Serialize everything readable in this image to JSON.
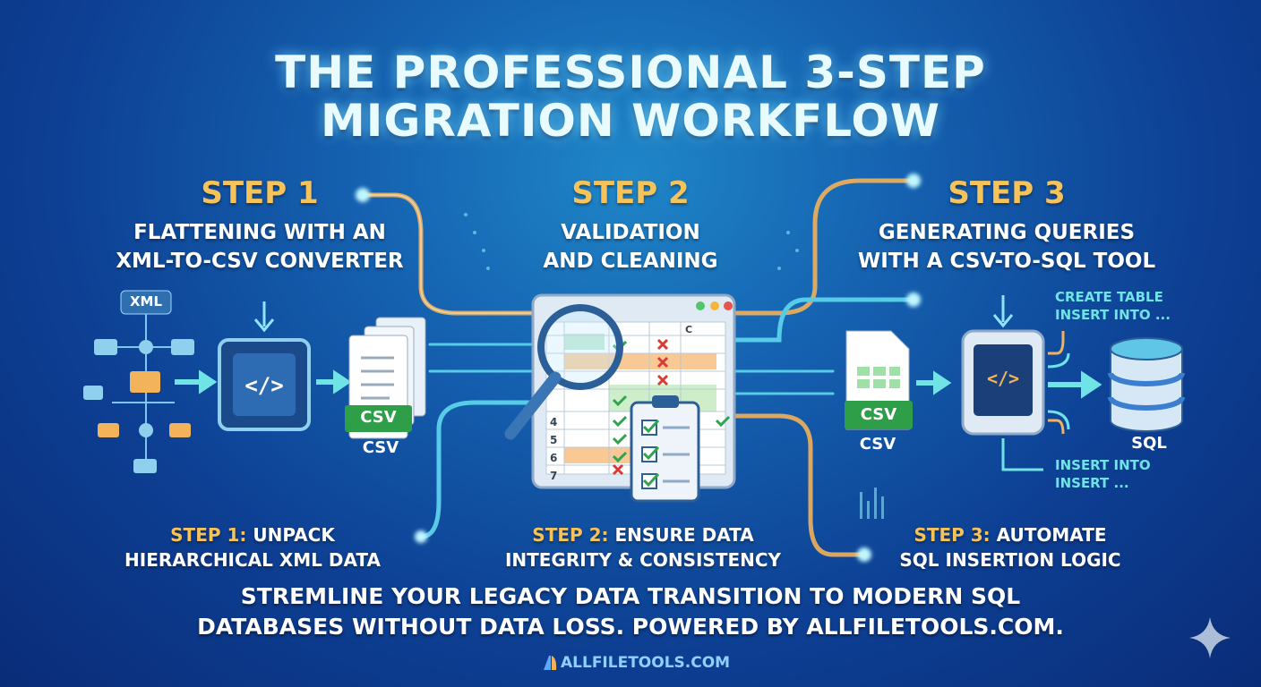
{
  "title": {
    "line1": "THE PROFESSIONAL 3-STEP",
    "line2": "MIGRATION WORKFLOW"
  },
  "steps": [
    {
      "heading": "STEP 1",
      "subtitle_l1": "FLATTENING WITH AN",
      "subtitle_l2": "XML-TO-CSV CONVERTER",
      "caption_prefix": "STEP 1:",
      "caption_l1": "UNPACK",
      "caption_l2": "HIERARCHICAL XML DATA"
    },
    {
      "heading": "STEP 2",
      "subtitle_l1": "VALIDATION",
      "subtitle_l2": "AND CLEANING",
      "caption_prefix": "STEP 2:",
      "caption_l1": "ENSURE DATA",
      "caption_l2": "INTEGRITY & CONSISTENCY"
    },
    {
      "heading": "STEP 3",
      "subtitle_l1": "GENERATING QUERIES",
      "subtitle_l2": "WITH A CSV-TO-SQL TOOL",
      "caption_prefix": "STEP 3:",
      "caption_l1": "AUTOMATE",
      "caption_l2": "SQL INSERTION LOGIC"
    }
  ],
  "icons": {
    "xml_badge": "XML",
    "csv_badge_1": "CSV",
    "csv_label_1": "CSV",
    "csv_badge_2": "CSV",
    "csv_label_2": "CSV",
    "sheet_col": "C",
    "row_nums": [
      "4",
      "5",
      "6",
      "7"
    ],
    "sql_label": "SQL"
  },
  "sql_out": {
    "top_l1": "CREATE TABLE",
    "top_l2": "INSERT INTO ...",
    "bot_l1": "INSERT INTO",
    "bot_l2": "INSERT ..."
  },
  "footer": {
    "line1": "STREMLINE YOUR LEGACY DATA TRANSITION TO MODERN SQL",
    "line2": "DATABASES WITHOUT DATA LOSS. POWERED BY ALLFILETOOLS.COM.",
    "brand": "ALLFILETOOLS.COM"
  },
  "colors": {
    "gold": "#f6c25a",
    "cyan": "#6fe3e6",
    "bg": "#0d3f93"
  }
}
